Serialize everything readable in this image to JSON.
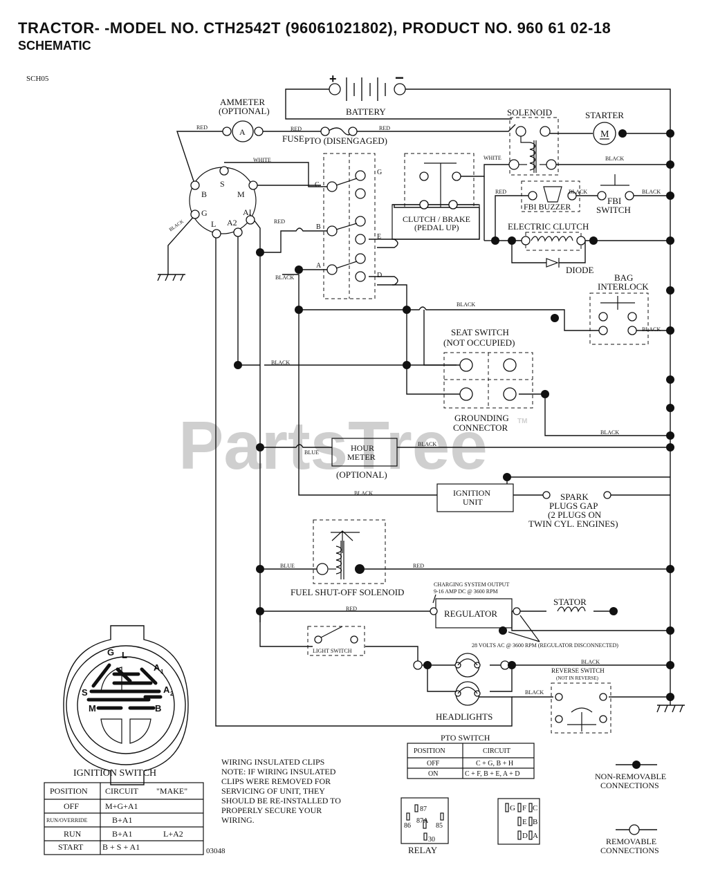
{
  "header": {
    "title": "TRACTOR- -MODEL NO. CTH2542T (96061021802), PRODUCT NO. 960 61 02-18",
    "subtitle": "SCHEMATIC",
    "ref_code": "SCH05",
    "drawing_no": "03048"
  },
  "watermark": {
    "text": "PartsTree",
    "tm": "TM"
  },
  "components": {
    "battery": "BATTERY",
    "battery_plus": "+",
    "battery_minus": "−",
    "ammeter": "AMMETER",
    "ammeter_opt": "(OPTIONAL)",
    "ammeter_symbol": "A",
    "fuse": "FUSE",
    "solenoid": "SOLENOID",
    "starter": "STARTER",
    "starter_symbol": "M",
    "pto": "PTO (DISENGAGED)",
    "clutch_brake": "CLUTCH / BRAKE",
    "pedal_up": "(PEDAL UP)",
    "fbi_buzzer": "FBI BUZZER",
    "fbi_switch_1": "FBI",
    "fbi_switch_2": "SWITCH",
    "electric_clutch": "ELECTRIC CLUTCH",
    "diode": "DIODE",
    "bag_interlock_1": "BAG",
    "bag_interlock_2": "INTERLOCK",
    "seat_switch": "SEAT SWITCH",
    "not_occupied": "(NOT OCCUPIED)",
    "grounding_1": "GROUNDING",
    "grounding_2": "CONNECTOR",
    "hour_meter_1": "HOUR",
    "hour_meter_2": "METER",
    "hour_meter_opt": "(OPTIONAL)",
    "ignition_unit_1": "IGNITION",
    "ignition_unit_2": "UNIT",
    "spark_1": "SPARK",
    "spark_2": "PLUGS GAP",
    "spark_3": "(2 PLUGS ON",
    "spark_4": "TWIN CYL. ENGINES)",
    "fuel_solenoid": "FUEL SHUT-OFF SOLENOID",
    "charging_1": "CHARGING SYSTEM OUTPUT",
    "charging_2": "9-16 AMP DC @ 3600 RPM",
    "regulator": "REGULATOR",
    "stator": "STATOR",
    "volts_note": "28 VOLTS AC @ 3600 RPM (REGULATOR DISCONNECTED)",
    "light_switch": "LIGHT SWITCH",
    "reverse_switch": "REVERSE SWITCH",
    "not_in_reverse": "(NOT IN REVERSE)",
    "headlights": "HEADLIGHTS"
  },
  "wire_labels": {
    "red": "RED",
    "black": "BLACK",
    "white": "WHITE",
    "blue": "BLUE"
  },
  "switch_terminals": {
    "S": "S",
    "M": "M",
    "B": "B",
    "G": "G",
    "L": "L",
    "A2": "A2",
    "A1": "AI"
  },
  "pto_terminals": {
    "G": "G",
    "C": "C",
    "E": "E",
    "B": "B",
    "D": "D",
    "A": "A"
  },
  "ignition_face": {
    "G": "G",
    "L": "L",
    "A1": "A",
    "A1_sub": "1",
    "A2": "A",
    "A2_sub": "2",
    "S": "S",
    "M": "M",
    "B": "B"
  },
  "ignition_table": {
    "title": "IGNITION SWITCH",
    "headers": [
      "POSITION",
      "CIRCUIT",
      "\"MAKE\""
    ],
    "rows": [
      {
        "position": "OFF",
        "circuit": "M+G+A1",
        "extra": ""
      },
      {
        "position": "RUN/OVERRIDE",
        "circuit": "B+A1",
        "extra": ""
      },
      {
        "position": "RUN",
        "circuit": "B+A1",
        "extra": "L+A2"
      },
      {
        "position": "START",
        "circuit": "B + S + A1",
        "extra": ""
      }
    ]
  },
  "pto_table": {
    "title": "PTO SWITCH",
    "headers": [
      "POSITION",
      "CIRCUIT"
    ],
    "rows": [
      {
        "position": "OFF",
        "circuit": "C + G, B + H"
      },
      {
        "position": "ON",
        "circuit": "C + F, B + E, A + D"
      }
    ]
  },
  "notes": [
    "WIRING INSULATED CLIPS",
    "NOTE:  IF WIRING INSULATED",
    "CLIPS WERE REMOVED FOR",
    "SERVICING OF UNIT, THEY",
    "SHOULD BE RE-INSTALLED TO",
    "PROPERLY SECURE YOUR",
    "WIRING."
  ],
  "relay": {
    "label": "RELAY",
    "pins": [
      "87",
      "86",
      "87A",
      "85",
      "30"
    ]
  },
  "pto_connector": {
    "pins": [
      "G",
      "F",
      "C",
      "E",
      "B",
      "D",
      "A"
    ]
  },
  "legend": {
    "non_removable_1": "NON-REMOVABLE",
    "non_removable_2": "CONNECTIONS",
    "removable_1": "REMOVABLE",
    "removable_2": "CONNECTIONS"
  }
}
